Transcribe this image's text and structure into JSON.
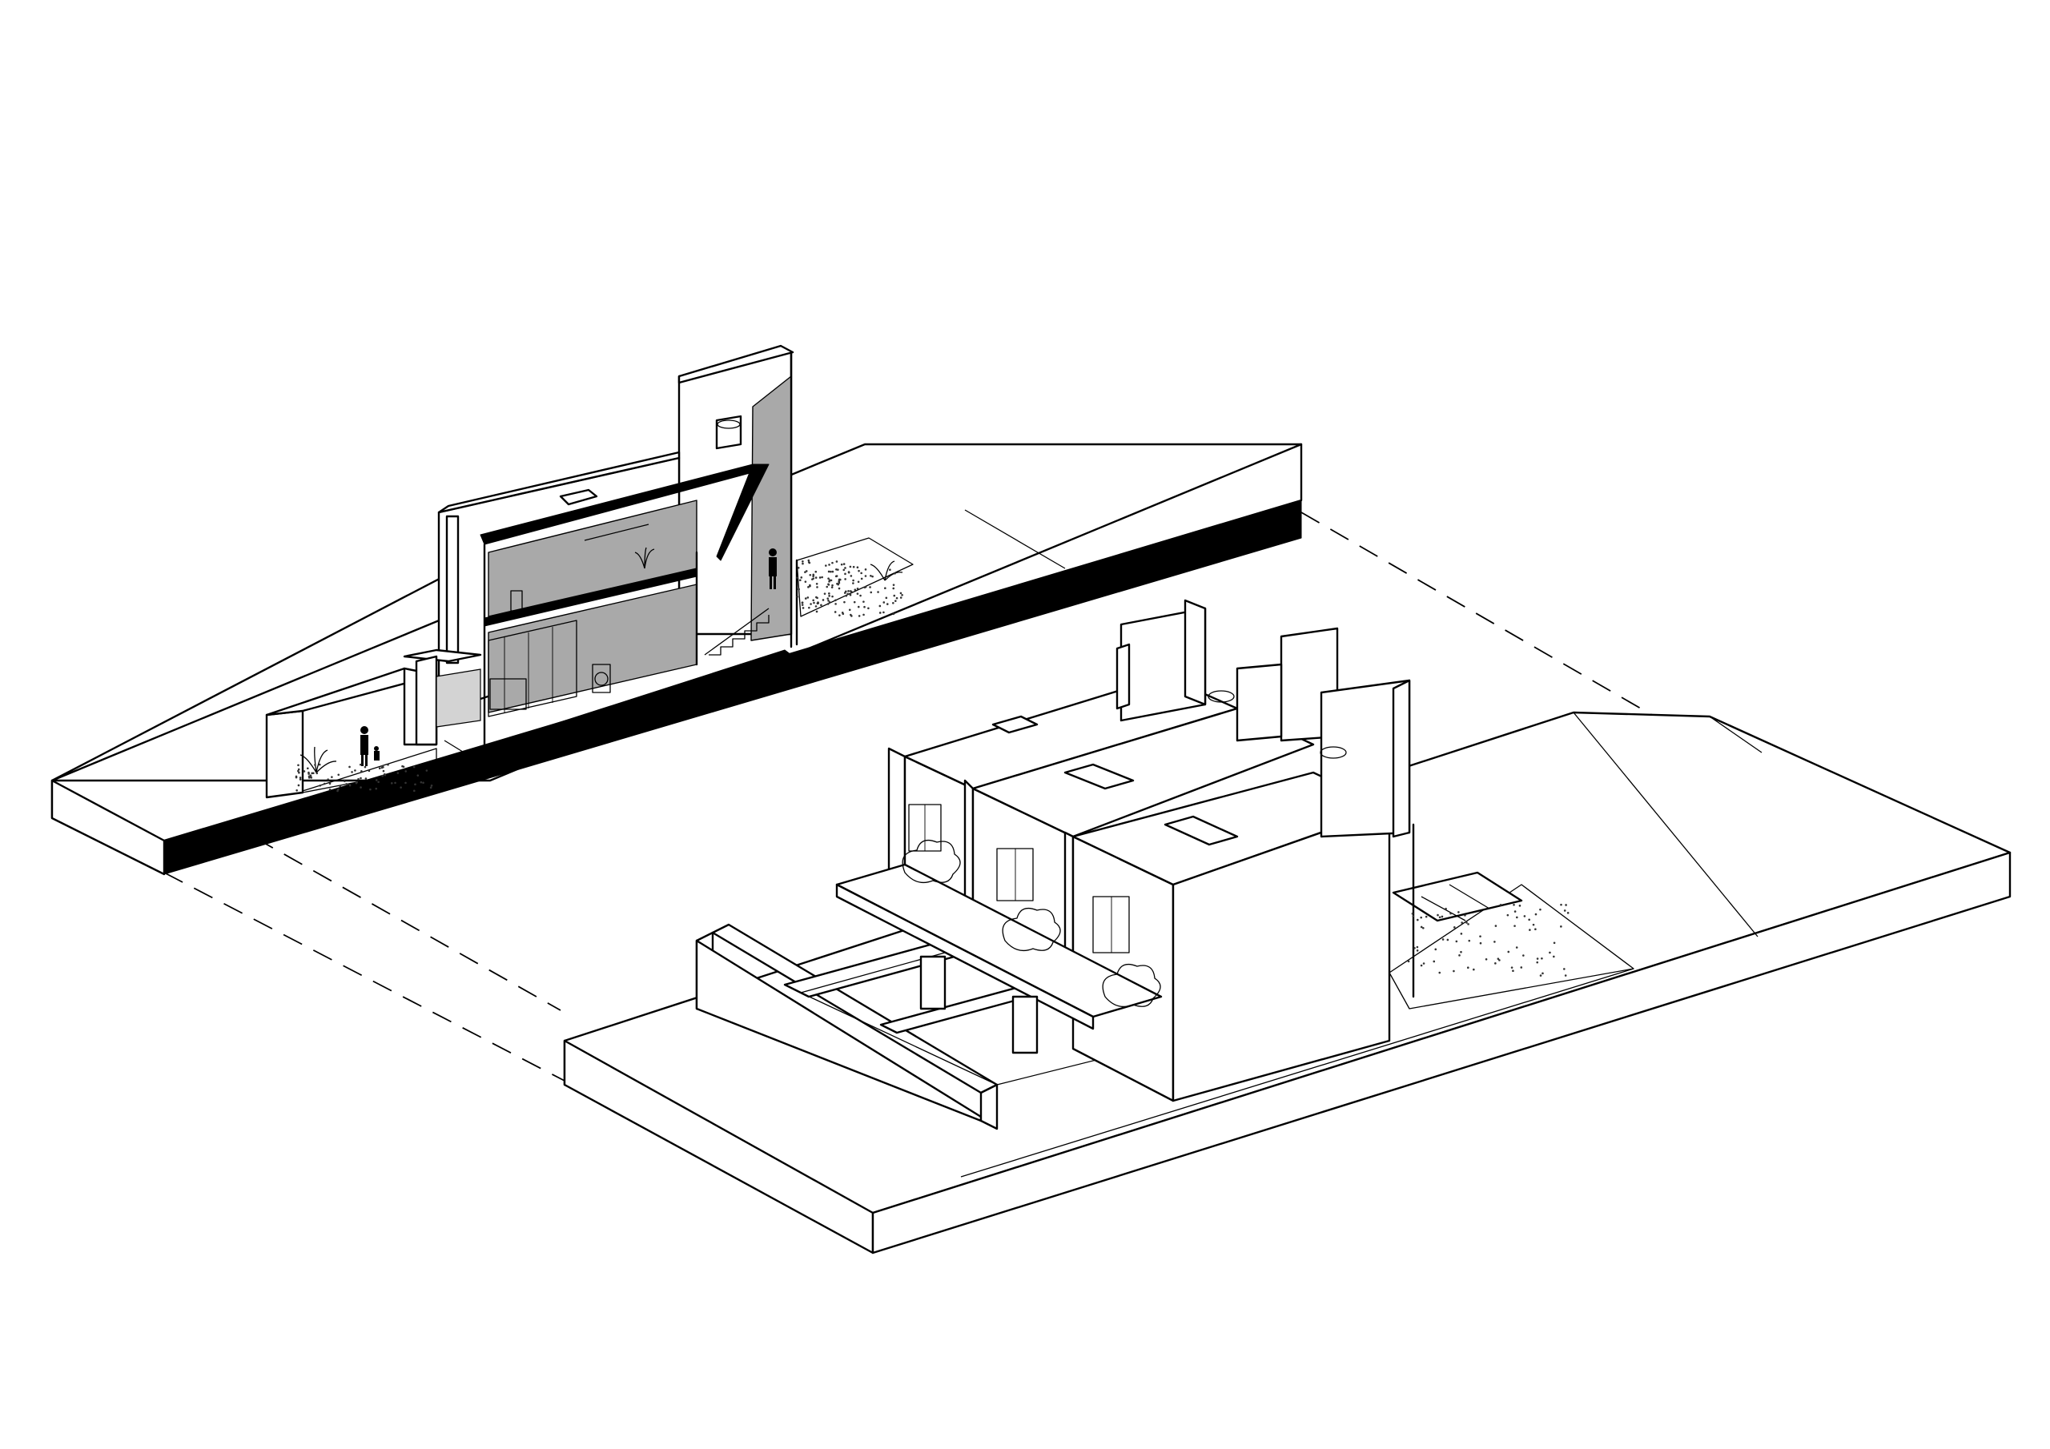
{
  "drawing": {
    "views": [
      {
        "id": "section-model",
        "label": ""
      },
      {
        "id": "terrace-model",
        "label": ""
      }
    ],
    "colors": {
      "line": "#000000",
      "section_cut": "#000000",
      "interior_shade": "#a9a9a9",
      "background": "#ffffff"
    },
    "house_units": 3
  }
}
